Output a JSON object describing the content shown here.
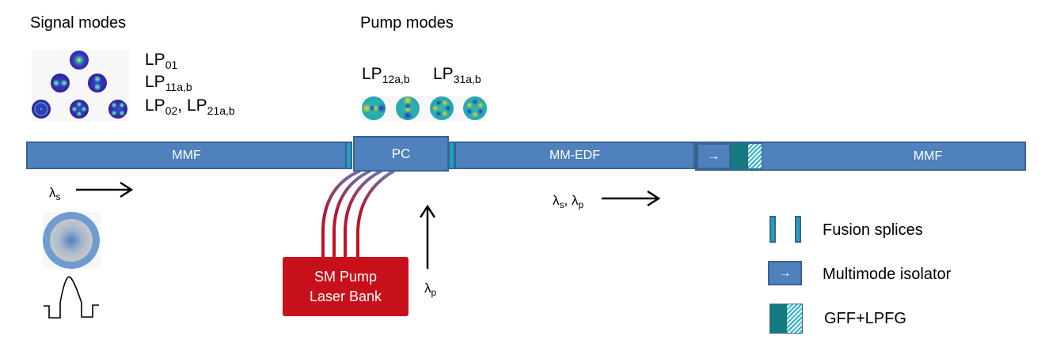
{
  "signal": {
    "title": "Signal modes",
    "modes": [
      {
        "base": "LP",
        "sub": "01"
      },
      {
        "base": "LP",
        "sub": "11a,b"
      },
      {
        "base": "LP",
        "sub": "02",
        "sep": ", ",
        "base2": "LP",
        "sub2": "21a,b"
      }
    ],
    "wavelength": {
      "symbol": "λ",
      "sub": "s"
    }
  },
  "pump": {
    "title": "Pump modes",
    "modes": [
      {
        "base": "LP",
        "sub": "12a,b"
      },
      {
        "base": "LP",
        "sub": "31a,b"
      }
    ],
    "wavelength": {
      "symbol": "λ",
      "sub": "p"
    }
  },
  "fibers": {
    "mmf_left": "MMF",
    "pc": "PC",
    "mm_edf": "MM-EDF",
    "isolator_arrow": "→",
    "mmf_right": "MMF"
  },
  "edf_wavelengths": {
    "s": "s",
    "p": "p",
    "symbol": "λ",
    "sep": ", "
  },
  "laser_bank": {
    "line1": "SM Pump",
    "line2": "Laser Bank"
  },
  "legend": {
    "items": [
      {
        "label": "Fusion splices",
        "icon": "fusion-splice-icon"
      },
      {
        "label": "Multimode isolator",
        "icon": "isolator-icon",
        "arrow": "→"
      },
      {
        "label": "GFF+LPFG",
        "icon": "gff-lpfg-icon"
      }
    ]
  },
  "colors": {
    "fiber": "#4f81bd",
    "fiber_border": "#3a6394",
    "splice": "#1fa3bf",
    "gff": "#147a80",
    "lpfg_hatch": "#2ab3c9",
    "laser_bank": "#c8101a",
    "pump_fiber": "#c8101a"
  }
}
